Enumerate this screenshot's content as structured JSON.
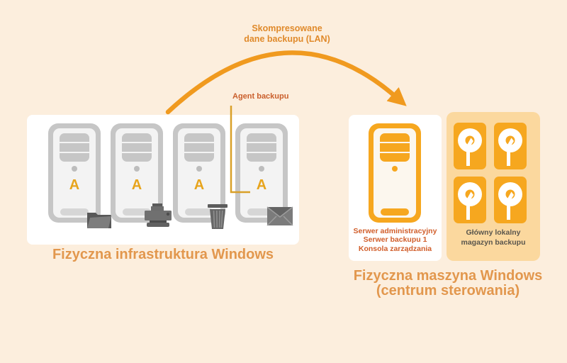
{
  "canvas": {
    "background": "#fceedd"
  },
  "lan_label": {
    "line1": "Skompresowane",
    "line2": "dane backupu (LAN)"
  },
  "agent_label": {
    "text": "Agent backupu"
  },
  "left_panel": {
    "caption": "Fizyczna infrastruktura Windows",
    "servers": [
      {
        "label": "A",
        "attachment": "folder"
      },
      {
        "label": "A",
        "attachment": "printer"
      },
      {
        "label": "A",
        "attachment": "trash"
      },
      {
        "label": "A",
        "attachment": "envelope"
      }
    ]
  },
  "control_panel": {
    "server_lines": [
      "Serwer administracyjny",
      "Serwer backupu 1",
      "Konsola zarządzania"
    ],
    "storage_lines": [
      "Główny lokalny",
      "magazyn backupu"
    ],
    "caption_line1": "Fizyczna maszyna Windows",
    "caption_line2": "(centrum sterowania)",
    "disk_count": 4
  },
  "icons": {
    "disk": "hard-disk-icon",
    "folder": "folder-icon",
    "printer": "printer-icon",
    "trash": "trash-icon",
    "envelope": "envelope-icon"
  },
  "colors": {
    "background": "#fceedd",
    "panel_white": "#ffffff",
    "arrow_orange": "#f09a1f",
    "tower_gray": "#c6c6c6",
    "tower_fill": "#f3f3f3",
    "tower_orange": "#f6a71f",
    "letter_orange": "#e7a41c",
    "title_orange": "#e2974d",
    "lan_text_orange": "#e08a2b",
    "agent_text": "#ca5f2c",
    "agent_line": "#d9a028",
    "server_caption_text": "#d15e2b",
    "storage_panel": "#fbd89e",
    "storage_text": "#5a564d",
    "attachment_icon_gray": "#6e6e6e"
  }
}
